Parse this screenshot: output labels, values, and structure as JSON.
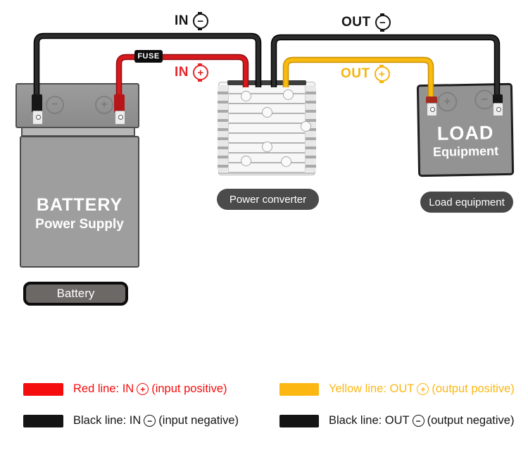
{
  "colors": {
    "red_wire": "#d21a1e",
    "black_wire": "#1b1b1b",
    "yellow_wire": "#f6b40d",
    "legend_red": "#f50d0d",
    "legend_yellow": "#fdb713",
    "legend_black": "#141414",
    "tag_gray": "#4b4b4b",
    "battery_gray": "#9e9e9e"
  },
  "wiring_labels": {
    "in_negative": {
      "text": "IN",
      "sign": "−"
    },
    "in_positive": {
      "text": "IN",
      "sign": "+"
    },
    "out_negative": {
      "text": "OUT",
      "sign": "−"
    },
    "out_positive": {
      "text": "OUT",
      "sign": "+"
    },
    "fuse": "FUSE"
  },
  "battery": {
    "name_line1": "BATTERY",
    "name_line2": "Power Supply",
    "tag": "Battery",
    "terminal_marks": {
      "left": "−",
      "right": "+"
    }
  },
  "converter": {
    "tag": "Power converter"
  },
  "load": {
    "name_line1": "LOAD",
    "name_line2": "Equipment",
    "tag": "Load equipment",
    "terminal_marks": {
      "left": "+",
      "right": "−"
    }
  },
  "legend": {
    "items": [
      {
        "label": "Red line: IN",
        "sign": "+",
        "suffix": "(input positive)",
        "color": "#f50d0d"
      },
      {
        "label": "Black line: IN",
        "sign": "−",
        "suffix": "(input negative)",
        "color": "#141414"
      },
      {
        "label": "Yellow line: OUT",
        "sign": "+",
        "suffix": "(output positive)",
        "color": "#fdb713"
      },
      {
        "label": "Black line: OUT",
        "sign": "−",
        "suffix": "(output negative)",
        "color": "#141414"
      }
    ]
  }
}
